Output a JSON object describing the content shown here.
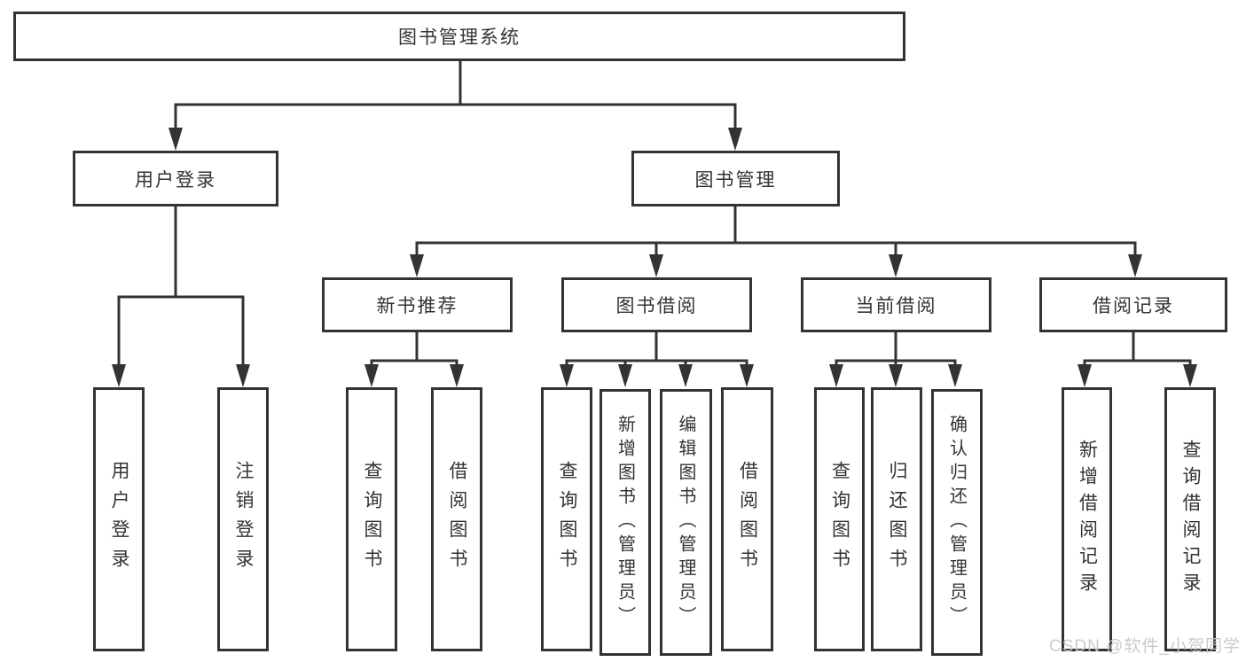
{
  "colors": {
    "background": "#ffffff",
    "line": "#333333",
    "text": "#333333",
    "box_background": "#ffffff",
    "watermark_text": "#c7c7c7"
  },
  "watermark": {
    "text": "CSDN @软件_小贺同学"
  },
  "tree": {
    "label": "图书管理系统",
    "children": [
      {
        "label": "用户登录",
        "children": [
          {
            "label": "用户登录"
          },
          {
            "label": "注销登录"
          }
        ]
      },
      {
        "label": "图书管理",
        "children": [
          {
            "label": "新书推荐",
            "children": [
              {
                "label": "查询图书"
              },
              {
                "label": "借阅图书"
              }
            ]
          },
          {
            "label": "图书借阅",
            "children": [
              {
                "label": "查询图书"
              },
              {
                "label": "新增图书（管理员）"
              },
              {
                "label": "编辑图书（管理员）"
              },
              {
                "label": "借阅图书"
              }
            ]
          },
          {
            "label": "当前借阅",
            "children": [
              {
                "label": "查询图书"
              },
              {
                "label": "归还图书"
              },
              {
                "label": "确认归还（管理员）"
              }
            ]
          },
          {
            "label": "借阅记录",
            "children": [
              {
                "label": "新增借阅记录"
              },
              {
                "label": "查询借阅记录"
              }
            ]
          }
        ]
      }
    ]
  }
}
